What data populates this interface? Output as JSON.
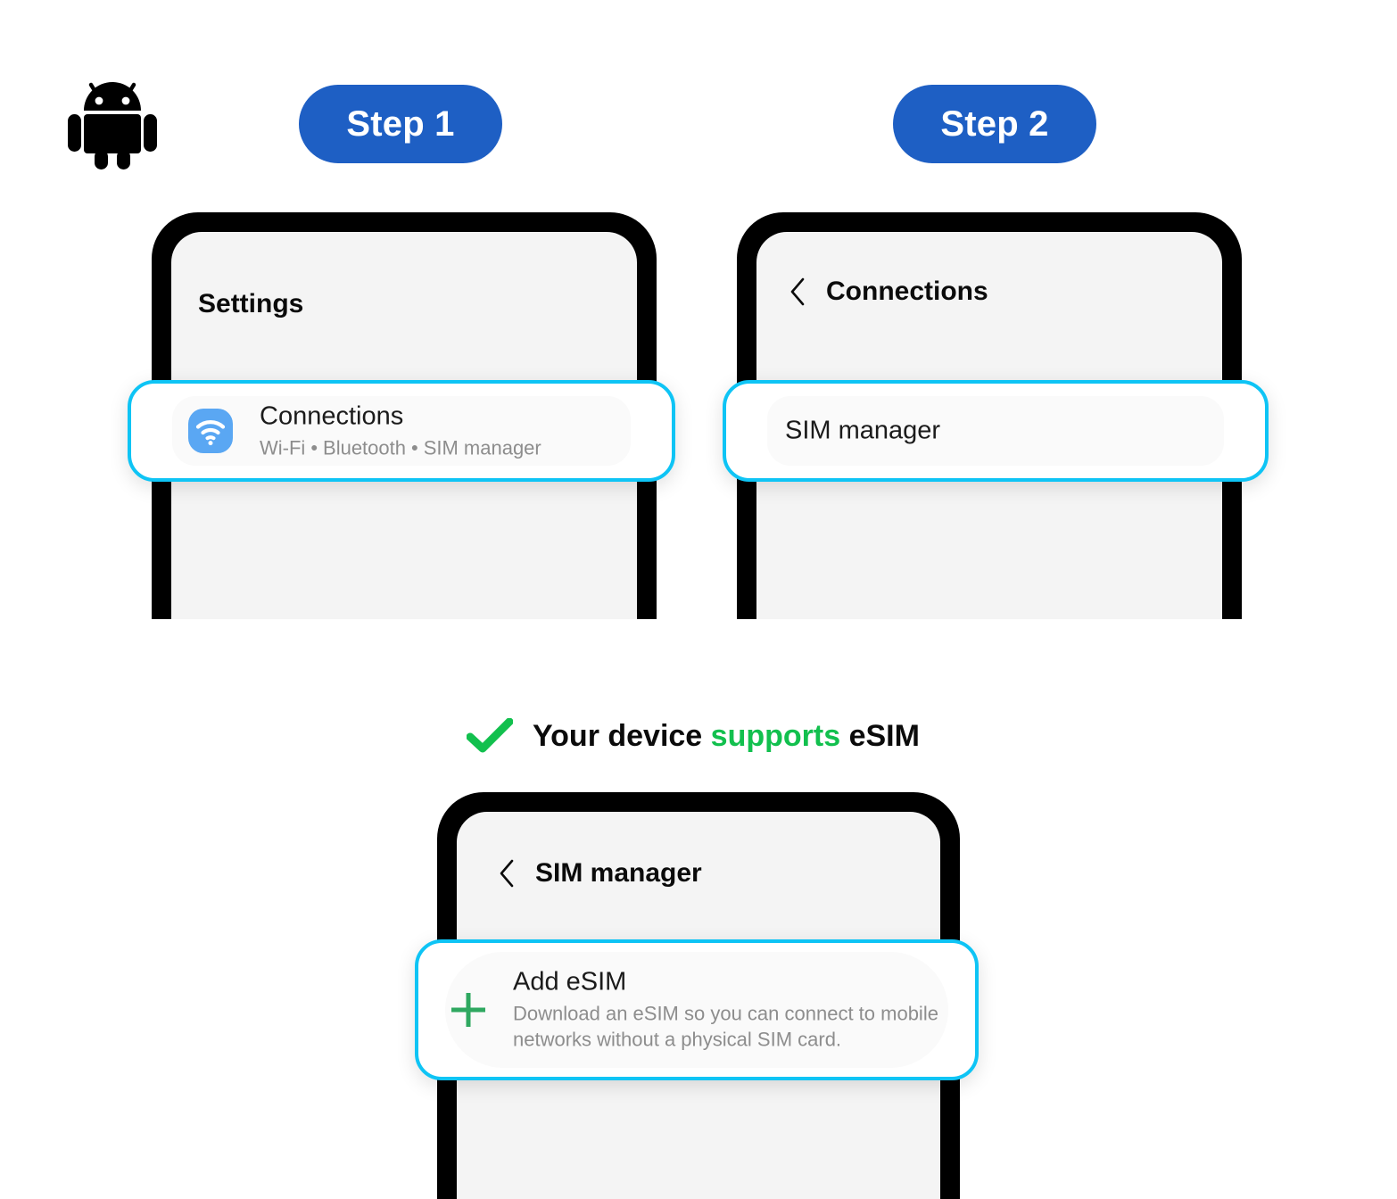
{
  "colors": {
    "step_pill_bg": "#1e5fc4",
    "highlight_border": "#0ec4f5",
    "phone_frame": "#000000",
    "screen_bg": "#f4f4f4",
    "wifi_badge": "#5aa7f3",
    "plus_green": "#2fa860",
    "check_green": "#12c04e",
    "supports_text": "#12c04e",
    "subtitle_gray": "#8d8d8d"
  },
  "logo": {
    "name": "android-robot-icon"
  },
  "steps": [
    {
      "label": "Step 1"
    },
    {
      "label": "Step 2"
    }
  ],
  "phones": [
    {
      "screen": "settings",
      "title": "Settings",
      "has_back": false,
      "card": {
        "icon": "wifi-icon",
        "title": "Connections",
        "subtitle_parts": [
          "Wi-Fi",
          "Bluetooth",
          "SIM manager"
        ],
        "subtitle": "Wi-Fi  •  Bluetooth  •  SIM manager"
      }
    },
    {
      "screen": "connections",
      "title": "Connections",
      "has_back": true,
      "back_icon": "chevron-left-icon",
      "card": {
        "title": "SIM manager"
      }
    },
    {
      "screen": "sim-manager",
      "title": "SIM manager",
      "has_back": true,
      "back_icon": "chevron-left-icon",
      "card": {
        "icon": "plus-icon",
        "title": "Add eSIM",
        "description": "Download an eSIM so you can connect to mobile networks without a physical SIM card."
      }
    }
  ],
  "banner": {
    "icon": "check-icon",
    "text_before": "Your device ",
    "text_accent": "supports",
    "text_after": " eSIM",
    "full_text": "Your device supports eSIM"
  }
}
